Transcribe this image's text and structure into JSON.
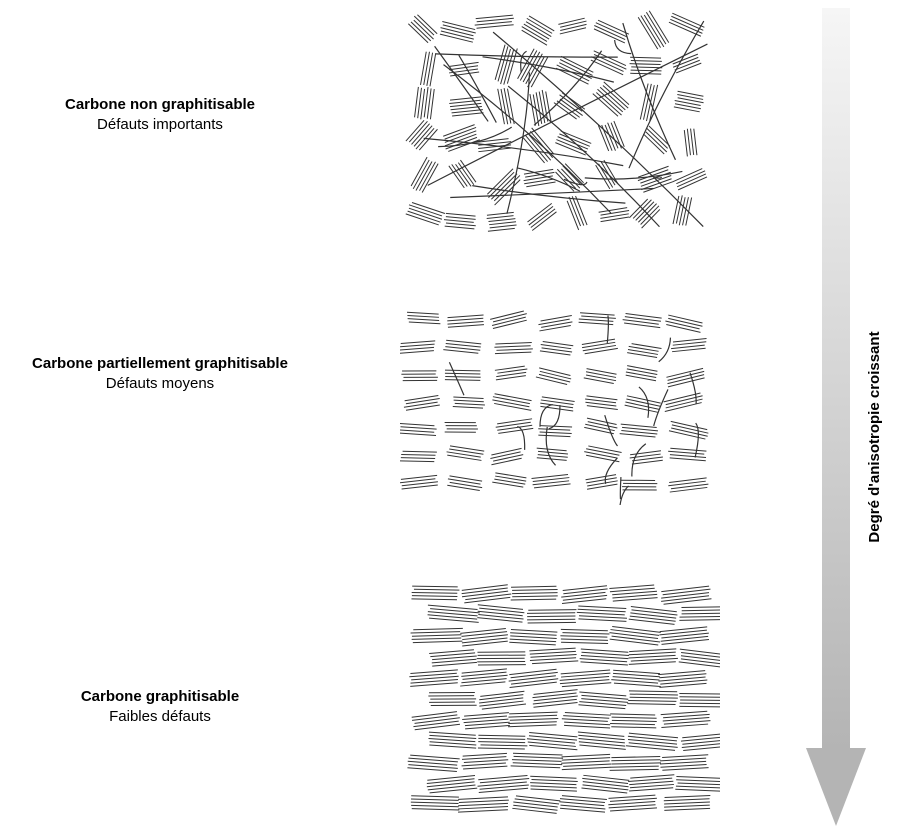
{
  "structures": [
    {
      "title": "Carbone non graphitisable",
      "subtitle": "Défauts importants",
      "order": "random"
    },
    {
      "title": "Carbone partiellement graphitisable",
      "subtitle": "Défauts moyens",
      "order": "partial"
    },
    {
      "title": "Carbone graphitisable",
      "subtitle": "Faibles défauts",
      "order": "aligned"
    }
  ],
  "axis": {
    "label": "Degré d'anisotropie croissant",
    "direction": "down"
  },
  "colors": {
    "lines": "#333333",
    "arrow_light": "#f4f4f4",
    "arrow_dark": "#b8b8b8"
  }
}
